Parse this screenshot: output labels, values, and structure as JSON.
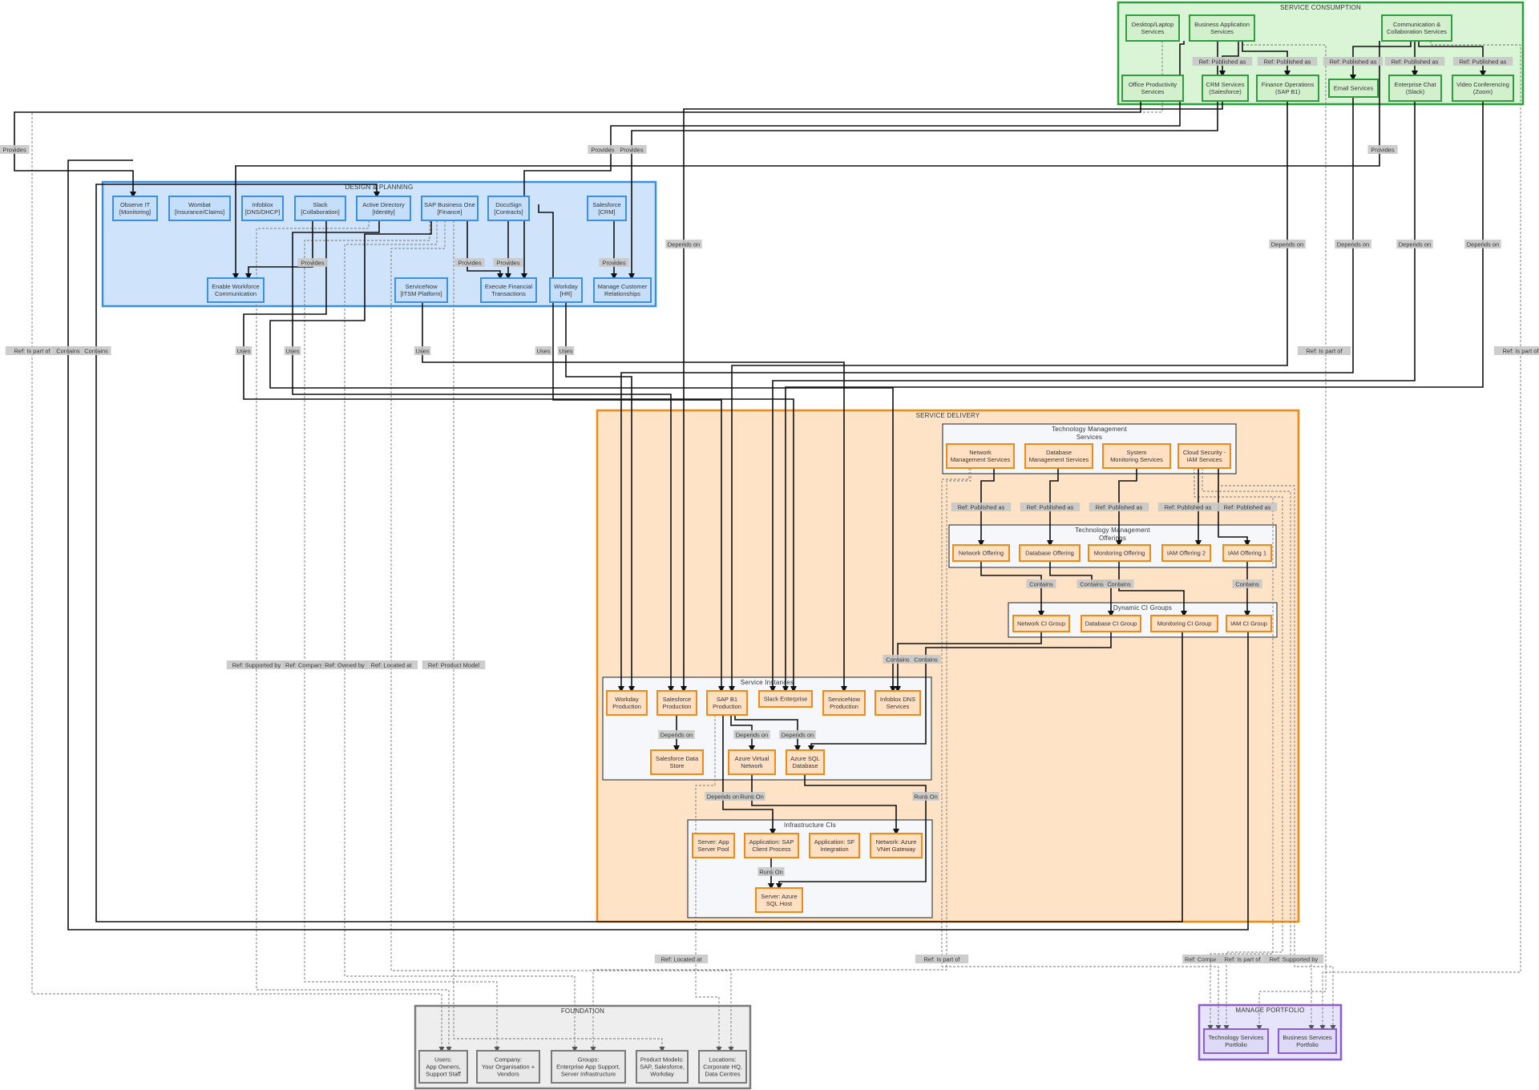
{
  "colors": {
    "consumption_fill": "#d9f5d6",
    "consumption_stroke": "#2e9e3e",
    "consumption_node_fill": "#d2f0cc",
    "design_fill": "#cfe4fb",
    "design_stroke": "#3d8fe0",
    "design_node_fill": "#c5defa",
    "delivery_fill": "#ffe3c7",
    "delivery_stroke": "#f08a14",
    "delivery_node_fill": "#ffe0c2",
    "inner_fill": "#f6f7fa",
    "inner_stroke": "#444444",
    "foundation_fill": "#eeeeee",
    "foundation_stroke": "#7a7a7a",
    "foundation_node_fill": "#e8e8e8",
    "portfolio_fill": "#e6e4fb",
    "portfolio_stroke": "#8b5cd6",
    "portfolio_node_fill": "#ded9f7",
    "label_bg": "#c8c8c8",
    "edge": "#111111",
    "ref_edge": "#777777"
  },
  "subgraphs": [
    {
      "id": "consumption",
      "title": "SERVICE CONSUMPTION",
      "style": "consumption"
    },
    {
      "id": "design",
      "title": "DESIGN & PLANNING",
      "style": "design"
    },
    {
      "id": "delivery",
      "title": "SERVICE DELIVERY",
      "style": "delivery"
    },
    {
      "id": "tms",
      "title": "Technology Management Services",
      "style": "inner"
    },
    {
      "id": "tmo",
      "title": "Technology Management Offerings",
      "style": "inner"
    },
    {
      "id": "dcg",
      "title": "Dynamic CI Groups",
      "style": "inner"
    },
    {
      "id": "si",
      "title": "Service Instances",
      "style": "inner"
    },
    {
      "id": "ici",
      "title": "Infrastructure CIs",
      "style": "inner"
    },
    {
      "id": "foundation",
      "title": "FOUNDATION",
      "style": "foundation"
    },
    {
      "id": "portfolio",
      "title": "MANAGE PORTFOLIO",
      "style": "portfolio"
    }
  ],
  "nodes": [
    {
      "id": "desktop",
      "group": "consumption",
      "lines": [
        "Desktop/Laptop",
        "Services"
      ]
    },
    {
      "id": "bas",
      "group": "consumption",
      "lines": [
        "Business Application",
        "Services"
      ]
    },
    {
      "id": "comm",
      "group": "consumption",
      "lines": [
        "Communication &",
        "Collaboration Services"
      ]
    },
    {
      "id": "office",
      "group": "consumption",
      "lines": [
        "Office Productivity",
        "Services"
      ]
    },
    {
      "id": "crm",
      "group": "consumption",
      "lines": [
        "CRM Services",
        "(Salesforce)"
      ]
    },
    {
      "id": "finops",
      "group": "consumption",
      "lines": [
        "Finance Operations",
        "(SAP B1)"
      ]
    },
    {
      "id": "email",
      "group": "consumption",
      "lines": [
        "Email Services"
      ]
    },
    {
      "id": "chat",
      "group": "consumption",
      "lines": [
        "Enterprise Chat",
        "(Slack)"
      ]
    },
    {
      "id": "video",
      "group": "consumption",
      "lines": [
        "Video Conferencing",
        "(Zoom)"
      ]
    },
    {
      "id": "observe",
      "group": "design",
      "lines": [
        "Observe IT",
        "[Monitoring]"
      ]
    },
    {
      "id": "wombat",
      "group": "design",
      "lines": [
        "Wombat",
        "[Insurance/Claims]"
      ]
    },
    {
      "id": "infoblox",
      "group": "design",
      "lines": [
        "Infoblox",
        "[DNS/DHCP]"
      ]
    },
    {
      "id": "slack",
      "group": "design",
      "lines": [
        "Slack",
        "[Collaboration]"
      ]
    },
    {
      "id": "ad",
      "group": "design",
      "lines": [
        "Active Directory",
        "[Identity]"
      ]
    },
    {
      "id": "sapb1",
      "group": "design",
      "lines": [
        "SAP Business One",
        "[Finance]"
      ]
    },
    {
      "id": "docusign",
      "group": "design",
      "lines": [
        "DocuSign",
        "[Contracts]"
      ]
    },
    {
      "id": "salesforce",
      "group": "design",
      "lines": [
        "Salesforce",
        "[CRM]"
      ]
    },
    {
      "id": "enable",
      "group": "design",
      "lines": [
        "Enable Workforce",
        "Communication"
      ]
    },
    {
      "id": "snow",
      "group": "design",
      "lines": [
        "ServiceNow",
        "[ITSM Platform]"
      ]
    },
    {
      "id": "execfin",
      "group": "design",
      "lines": [
        "Execute Financial",
        "Transactions"
      ]
    },
    {
      "id": "workday",
      "group": "design",
      "lines": [
        "Workday",
        "[HR]"
      ]
    },
    {
      "id": "managecust",
      "group": "design",
      "lines": [
        "Manage Customer",
        "Relationships"
      ]
    },
    {
      "id": "netms",
      "group": "delivery",
      "lines": [
        "Network",
        "Management Services"
      ]
    },
    {
      "id": "dbms",
      "group": "delivery",
      "lines": [
        "Database",
        "Management Services"
      ]
    },
    {
      "id": "sysmon",
      "group": "delivery",
      "lines": [
        "System",
        "Monitoring Services"
      ]
    },
    {
      "id": "cloudsec",
      "group": "delivery",
      "lines": [
        "Cloud Security -",
        "IAM Services"
      ]
    },
    {
      "id": "netoff",
      "group": "delivery",
      "lines": [
        "Network Offering"
      ]
    },
    {
      "id": "dboff",
      "group": "delivery",
      "lines": [
        "Database Offering"
      ]
    },
    {
      "id": "monoff",
      "group": "delivery",
      "lines": [
        "Monitoring Offering"
      ]
    },
    {
      "id": "iam2",
      "group": "delivery",
      "lines": [
        "IAM Offering 2"
      ]
    },
    {
      "id": "iam1",
      "group": "delivery",
      "lines": [
        "IAM Offering 1"
      ]
    },
    {
      "id": "netci",
      "group": "delivery",
      "lines": [
        "Network CI Group"
      ]
    },
    {
      "id": "dbci",
      "group": "delivery",
      "lines": [
        "Database CI Group"
      ]
    },
    {
      "id": "monci",
      "group": "delivery",
      "lines": [
        "Monitoring CI Group"
      ]
    },
    {
      "id": "iamci",
      "group": "delivery",
      "lines": [
        "IAM CI Group"
      ]
    },
    {
      "id": "wdprod",
      "group": "delivery",
      "lines": [
        "Workday",
        "Production"
      ]
    },
    {
      "id": "sfprod",
      "group": "delivery",
      "lines": [
        "Salesforce",
        "Production"
      ]
    },
    {
      "id": "sapprod",
      "group": "delivery",
      "lines": [
        "SAP B1",
        "Production"
      ]
    },
    {
      "id": "slackent",
      "group": "delivery",
      "lines": [
        "Slack Enterprise"
      ]
    },
    {
      "id": "snprod",
      "group": "delivery",
      "lines": [
        "ServiceNow",
        "Production"
      ]
    },
    {
      "id": "ibdns",
      "group": "delivery",
      "lines": [
        "Infoblox DNS",
        "Services"
      ]
    },
    {
      "id": "sfdata",
      "group": "delivery",
      "lines": [
        "Salesforce Data",
        "Store"
      ]
    },
    {
      "id": "azvnet",
      "group": "delivery",
      "lines": [
        "Azure Virtual",
        "Network"
      ]
    },
    {
      "id": "azsql",
      "group": "delivery",
      "lines": [
        "Azure SQL",
        "Database"
      ]
    },
    {
      "id": "srvpool",
      "group": "delivery",
      "lines": [
        "Server: App",
        "Server Pool"
      ]
    },
    {
      "id": "appsap",
      "group": "delivery",
      "lines": [
        "Application: SAP",
        "Client Process"
      ]
    },
    {
      "id": "appsf",
      "group": "delivery",
      "lines": [
        "Application: SF",
        "Integration"
      ]
    },
    {
      "id": "netazure",
      "group": "delivery",
      "lines": [
        "Network: Azure",
        "VNet Gateway"
      ]
    },
    {
      "id": "srvsql",
      "group": "delivery",
      "lines": [
        "Server: Azure",
        "SQL Host"
      ]
    },
    {
      "id": "users",
      "group": "foundation",
      "lines": [
        "Users:",
        "App Owners,",
        "Support Staff"
      ]
    },
    {
      "id": "company",
      "group": "foundation",
      "lines": [
        "Company:",
        "Your Organisation +",
        "Vendors"
      ]
    },
    {
      "id": "groups",
      "group": "foundation",
      "lines": [
        "Groups:",
        "Enterprise App Support,",
        "Server Infrastructure"
      ]
    },
    {
      "id": "products",
      "group": "foundation",
      "lines": [
        "Product Models:",
        "SAP, Salesforce,",
        "Workday"
      ]
    },
    {
      "id": "locations",
      "group": "foundation",
      "lines": [
        "Locations:",
        "Corporate HQ,",
        "Data Centres"
      ]
    },
    {
      "id": "tsp",
      "group": "portfolio",
      "lines": [
        "Technology Services",
        "Portfolio"
      ]
    },
    {
      "id": "bsp",
      "group": "portfolio",
      "lines": [
        "Business Services",
        "Portfolio"
      ]
    }
  ],
  "edge_labels": [
    "Ref: Published as",
    "Ref: Published as",
    "Ref: Published as",
    "Ref: Published as",
    "Ref: Published as",
    "Provides",
    "Provides",
    "Provides",
    "Provides",
    "Provides",
    "Provides",
    "Provides",
    "Provides",
    "Depends on",
    "Depends on",
    "Depends on",
    "Depends on",
    "Depends on",
    "Ref: Is part of",
    "Contains",
    "Contains",
    "Uses",
    "Uses",
    "Uses",
    "Uses",
    "Uses",
    "Ref: Is part of",
    "Ref: Is part of",
    "Ref: Published as",
    "Ref: Published as",
    "Ref: Published as",
    "Ref: Published as",
    "Ref: Published as",
    "Contains",
    "Contains",
    "Contains",
    "Contains",
    "Contains",
    "Contains",
    "Ref: Supported by",
    "Ref: Company",
    "Ref: Owned by",
    "Ref: Located at",
    "Ref: Product Model",
    "Depends on",
    "Depends on",
    "Depends on",
    "Depends on",
    "Runs On",
    "Runs On",
    "Runs On",
    "Ref: Located at",
    "Ref: Is part of",
    "Ref: Company",
    "Ref: Is part of",
    "Ref: Supported by"
  ]
}
